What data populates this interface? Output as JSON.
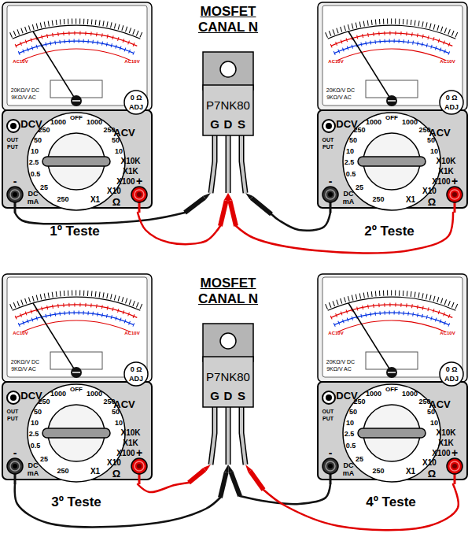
{
  "diagram": {
    "nodes": [
      {
        "text": [
          "20KΩ/V DC",
          "9KΩ/V AC",
          "0 Ω",
          "ADJ",
          "DCV",
          "ACV",
          "OFF",
          "1000",
          "1000",
          "250",
          "250",
          "50",
          "50",
          "10",
          "10",
          "2.5",
          "0.5",
          "25",
          "250",
          "X10K",
          "X1K",
          "X100",
          "X10",
          "X1",
          "Ω",
          "OUT",
          "PUT",
          "DC",
          "mA",
          "-",
          "+",
          "AC10V",
          "AC10V"
        ]
      },
      {
        "text": [
          "MOSFET CANAL N",
          "P7NK80",
          "G",
          "D",
          "S"
        ]
      },
      {
        "text": [
          "20KΩ/V DC",
          "9KΩ/V AC",
          "0 Ω",
          "ADJ",
          "DCV",
          "ACV",
          "OFF",
          "1000",
          "1000",
          "250",
          "250",
          "50",
          "50",
          "10",
          "10",
          "2.5",
          "0.5",
          "25",
          "250",
          "X10K",
          "X1K",
          "X100",
          "X10",
          "X1",
          "Ω",
          "OUT",
          "PUT",
          "DC",
          "mA",
          "-",
          "+",
          "AC10V",
          "AC10V"
        ]
      },
      {
        "text": [
          "20KΩ/V DC",
          "9KΩ/V AC",
          "0 Ω",
          "ADJ",
          "DCV",
          "ACV",
          "OFF",
          "1000",
          "1000",
          "250",
          "250",
          "50",
          "50",
          "10",
          "10",
          "2.5",
          "0.5",
          "25",
          "250",
          "X10K",
          "X1K",
          "X100",
          "X10",
          "X1",
          "Ω",
          "OUT",
          "PUT",
          "DC",
          "mA",
          "-",
          "+",
          "AC10V",
          "AC10V"
        ]
      },
      {
        "text": [
          "MOSFET CANAL N",
          "P7NK80",
          "G",
          "D",
          "S"
        ]
      },
      {
        "text": [
          "20KΩ/V DC",
          "9KΩ/V AC",
          "0 Ω",
          "ADJ",
          "DCV",
          "ACV",
          "OFF",
          "1000",
          "1000",
          "250",
          "250",
          "50",
          "50",
          "10",
          "10",
          "2.5",
          "0.5",
          "25",
          "250",
          "X10K",
          "X1K",
          "X100",
          "X10",
          "X1",
          "Ω",
          "OUT",
          "PUT",
          "DC",
          "mA",
          "-",
          "+",
          "AC10V",
          "AC10V"
        ]
      }
    ],
    "edges": [
      {
        "from": 0,
        "to": 1,
        "arrow": "to"
      },
      {
        "from": 0,
        "to": 1,
        "arrow": "to"
      },
      {
        "from": 2,
        "to": 1,
        "arrow": "to"
      },
      {
        "from": 2,
        "to": 1,
        "arrow": "to"
      },
      {
        "from": 3,
        "to": 4,
        "arrow": "to"
      },
      {
        "from": 3,
        "to": 4,
        "arrow": "to"
      },
      {
        "from": 5,
        "to": 4,
        "arrow": "to"
      },
      {
        "from": 5,
        "to": 4,
        "arrow": "to"
      }
    ],
    "labels": [
      "1º Teste",
      "2º Teste",
      "3º Teste",
      "4º Teste"
    ]
  }
}
